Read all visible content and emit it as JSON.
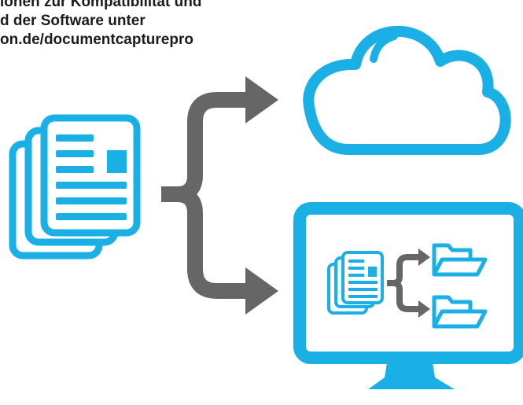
{
  "caption": {
    "lines": [
      "ionen zur Kompatibilität und",
      "d der Software unter",
      "on.de/documentcapturepro"
    ]
  },
  "colors": {
    "accent": "#1ab0e6",
    "arrow": "#666669",
    "text": "#1c1c1c",
    "background": "#ffffff"
  },
  "icons": {
    "document_stack": "document-stack-icon",
    "branch_arrow": "branch-arrow-icon",
    "cloud": "cloud-icon",
    "monitor": "monitor-icon",
    "folder": "folder-icon"
  }
}
